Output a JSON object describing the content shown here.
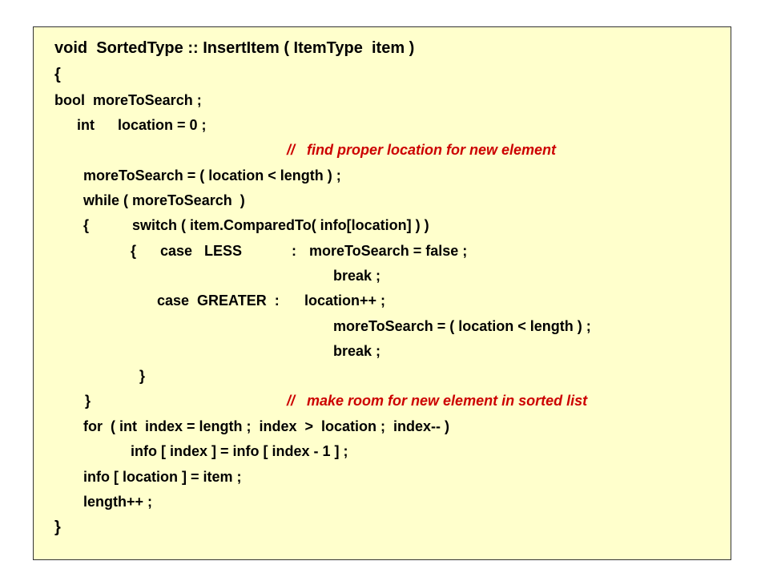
{
  "code": {
    "signature": "void  SortedType :: InsertItem ( ItemType  item )",
    "open_brace": "{",
    "decl_bool": "bool  moreToSearch ;",
    "decl_int_type": "int",
    "decl_int_rest": "location = 0 ;",
    "comment_find": "//   find proper location for new element",
    "assign_more": "moreToSearch = ( location < length ) ;",
    "while_line": "while ( moreToSearch  )",
    "while_open": "{",
    "switch_line": "switch ( item.ComparedTo( info[location] ) )",
    "case_less_brace": "{",
    "case_less": "case   LESS",
    "case_less_colon": ":",
    "case_less_action": "moreToSearch = false ;",
    "break_1": "break ;",
    "case_greater": "case  GREATER  :",
    "case_greater_action": "location++ ;",
    "more_again": "moreToSearch = ( location < length ) ;",
    "break_2": "break ;",
    "close_switch": "}",
    "close_while": "}",
    "comment_room": "//   make room for new element in sorted list",
    "for_line": "for  ( int  index = length ;  index  >  location ;  index-- )",
    "shift_line": "info [ index ] = info [ index - 1 ] ;",
    "assign_item": "info [ location ] = item ;",
    "length_inc": "length++ ;",
    "close_func": "}"
  },
  "colors": {
    "box_background": "#ffffcc",
    "code_text": "#000000",
    "comment_text": "#cc0000"
  }
}
